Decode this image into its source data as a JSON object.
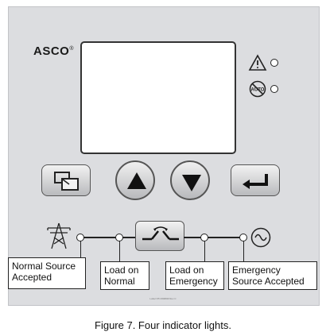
{
  "brand": {
    "name": "ASCO",
    "reg": "®"
  },
  "labels": {
    "normal_source": "Normal Source Accepted",
    "load_normal": "Load on Normal",
    "load_emergency": "Load on Emergency",
    "emergency_source": "Emergency Source Accepted"
  },
  "icons": {
    "alarm": "warning-triangle-icon",
    "auto_off": "no-auto-icon",
    "source_normal": "power-tower-icon",
    "source_emergency": "sine-wave-icon"
  },
  "footer_text": "Label P/N ###### Rev C",
  "caption": "Figure 7.  Four indicator lights."
}
